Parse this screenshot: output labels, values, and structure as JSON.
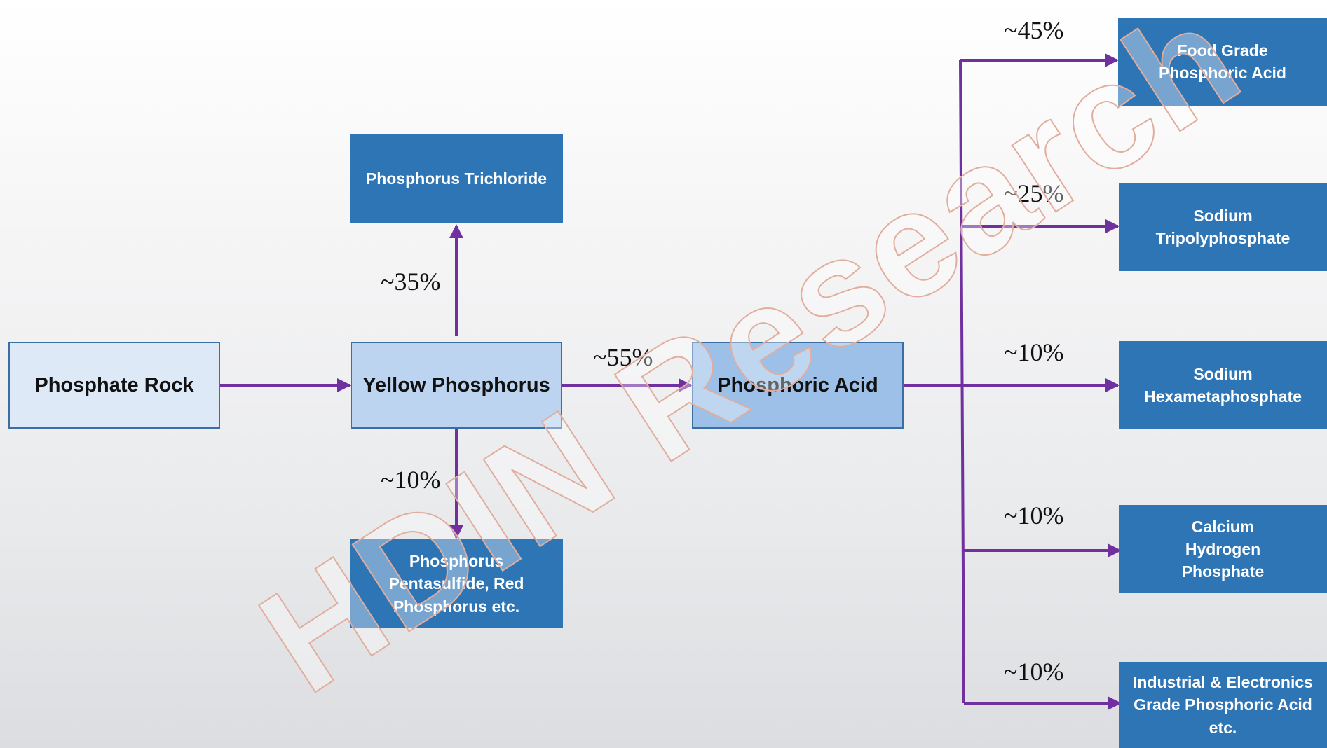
{
  "nodes": {
    "phosphate_rock": "Phosphate Rock",
    "yellow_phosphorus": "Yellow Phosphorus",
    "phosphorus_trichloride": "Phosphorus Trichloride",
    "phosphorus_pentasulfide": "Phosphorus Pentasulfide, Red Phosphorus etc.",
    "phosphoric_acid": "Phosphoric Acid",
    "food_grade": "Food Grade Phosphoric Acid",
    "stpp": "Sodium Tripolyphosphate",
    "shmp": "Sodium Hexametaphosphate",
    "calcium": "Calcium Hydrogen Phosphate",
    "industrial": "Industrial & Electronics Grade Phosphoric Acid etc."
  },
  "shares": {
    "to_trichloride": "~35%",
    "to_pentasulfide": "~10%",
    "to_phosphoric_acid": "~55%",
    "to_food_grade": "~45%",
    "to_stpp": "~25%",
    "to_shmp": "~10%",
    "to_calcium": "~10%",
    "to_industrial": "~10%"
  },
  "watermark": "HDIN Research",
  "colors": {
    "arrow": "#7030a0",
    "dark_box": "#2e75b6",
    "watermark_outline": "#e2ad9c"
  }
}
